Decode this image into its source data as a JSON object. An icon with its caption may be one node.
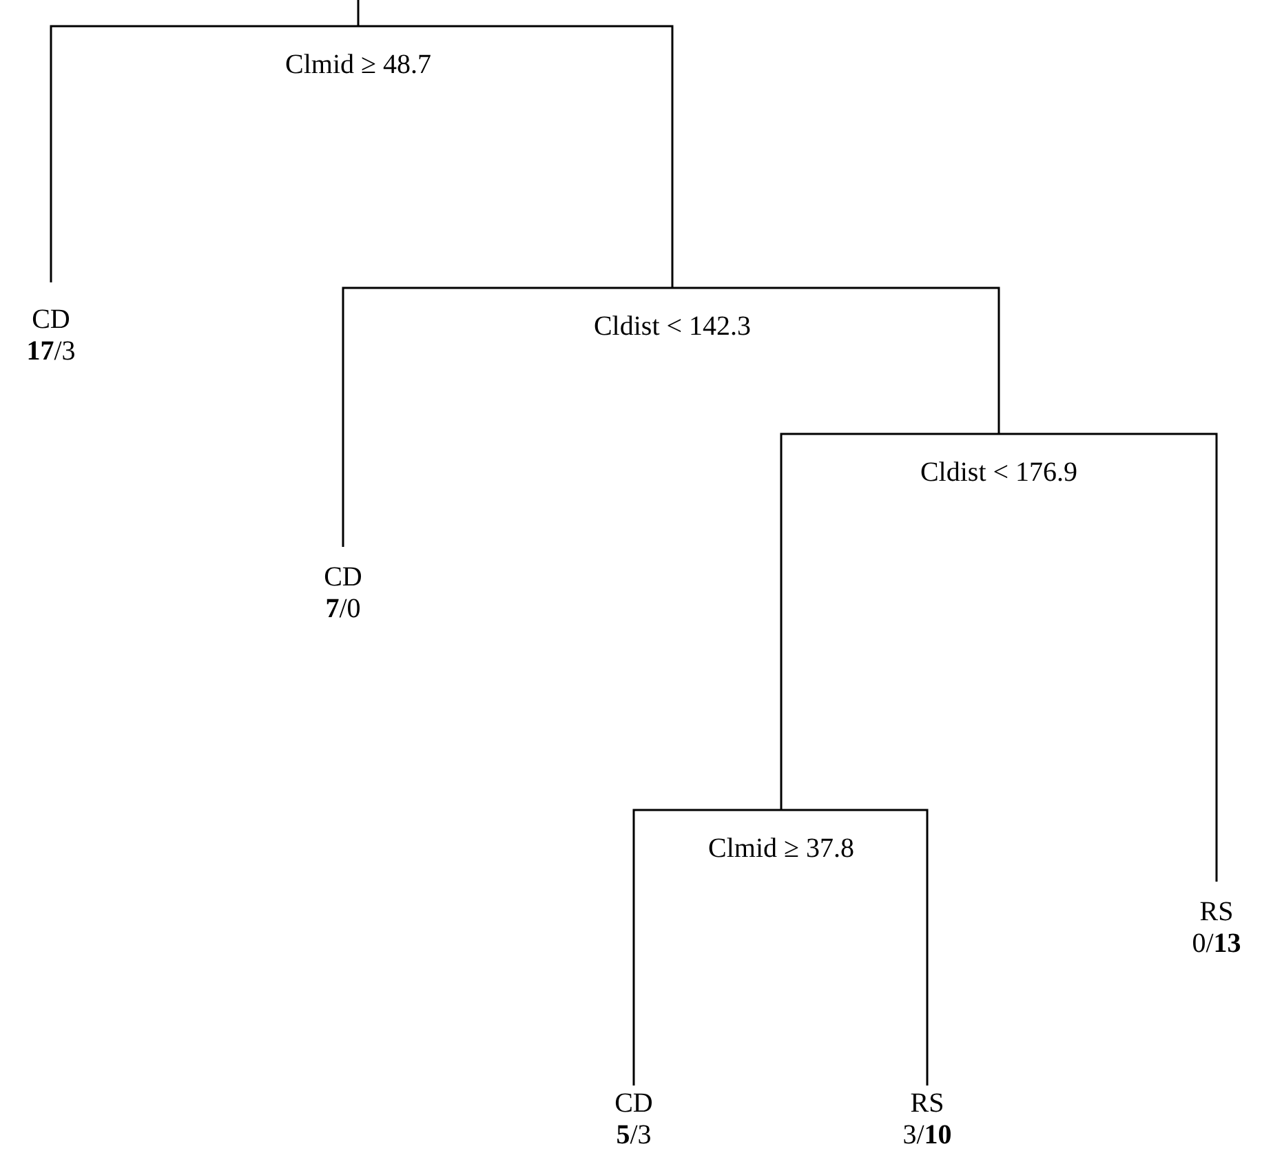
{
  "diagram": {
    "nodes": [
      {
        "text": [
          "Clmid ≥ 48.7"
        ]
      },
      {
        "text": [
          "CD",
          "**17**/3"
        ]
      },
      {
        "text": [
          "Cldist < 142.3"
        ]
      },
      {
        "text": [
          "CD",
          "**7**/0"
        ]
      },
      {
        "text": [
          "Cldist < 176.9"
        ]
      },
      {
        "text": [
          "Clmid ≥ 37.8"
        ]
      },
      {
        "text": [
          "RS",
          "0/**13**"
        ]
      },
      {
        "text": [
          "CD",
          "**5**/3"
        ]
      },
      {
        "text": [
          "RS",
          "3/**10**"
        ]
      }
    ],
    "edges": [
      {
        "from": 0,
        "to": 1,
        "arrow": "none"
      },
      {
        "from": 0,
        "to": 2,
        "arrow": "none"
      },
      {
        "from": 2,
        "to": 3,
        "arrow": "none"
      },
      {
        "from": 2,
        "to": 4,
        "arrow": "none"
      },
      {
        "from": 4,
        "to": 5,
        "arrow": "none"
      },
      {
        "from": 4,
        "to": 6,
        "arrow": "none"
      },
      {
        "from": 5,
        "to": 7,
        "arrow": "none"
      },
      {
        "from": 5,
        "to": 8,
        "arrow": "none"
      }
    ]
  }
}
